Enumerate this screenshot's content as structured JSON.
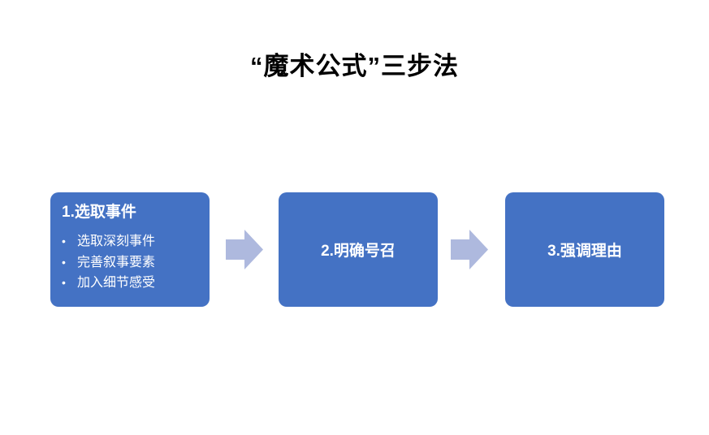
{
  "title": "“魔术公式”三步法",
  "colors": {
    "background": "#FFFFFF",
    "title_color": "#000000",
    "box_fill": "#4472C4",
    "box_text_color": "#FFFFFF",
    "arrow_fill": "#AEB9DE"
  },
  "glyphs": {
    "bullet": "•"
  },
  "steps": [
    {
      "heading": "1.选取事件",
      "bullets": [
        "选取深刻事件",
        "完善叙事要素",
        "加入细节感受"
      ]
    },
    {
      "heading": "2.明确号召",
      "bullets": []
    },
    {
      "heading": "3.强调理由",
      "bullets": []
    }
  ]
}
